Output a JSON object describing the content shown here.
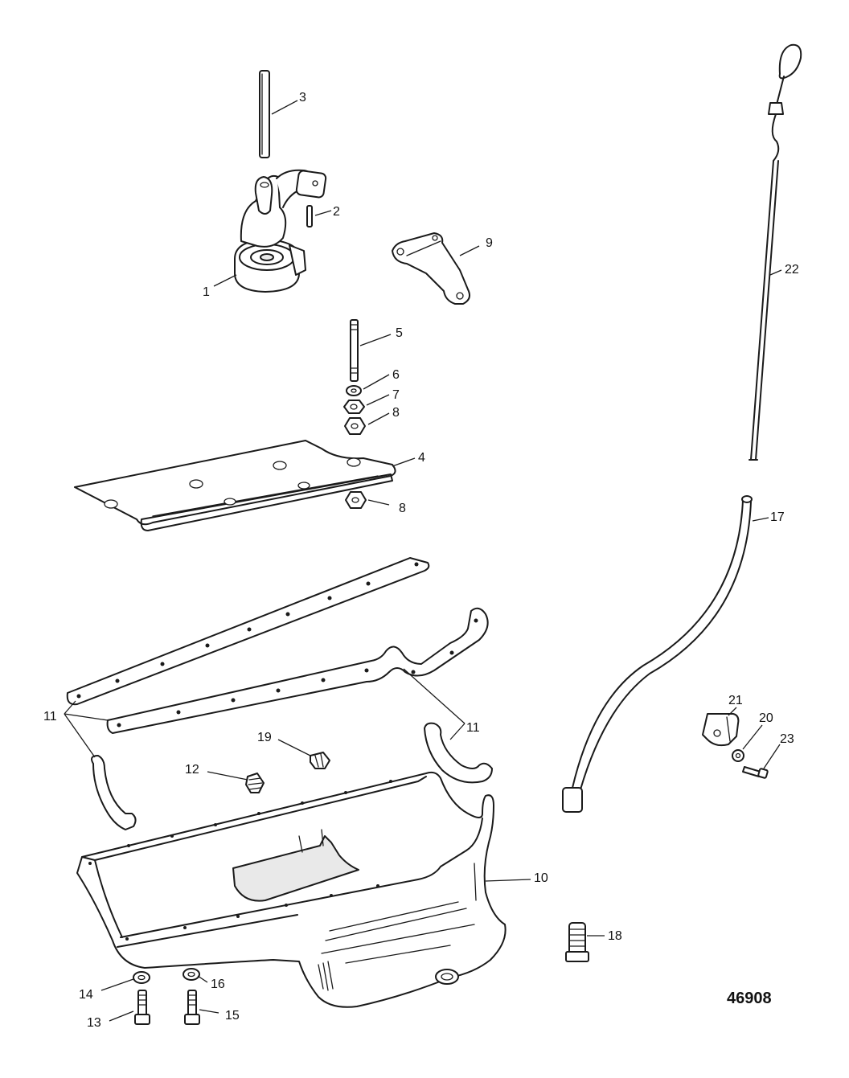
{
  "diagram": {
    "reference_number": "46908",
    "callouts": [
      "1",
      "2",
      "3",
      "4",
      "5",
      "6",
      "7",
      "8",
      "8",
      "9",
      "10",
      "11",
      "11",
      "12",
      "13",
      "14",
      "15",
      "16",
      "17",
      "18",
      "19",
      "20",
      "21",
      "22",
      "23"
    ]
  },
  "colors": {
    "ink": "#1a1a1a",
    "paper": "#ffffff",
    "shade": "#e9e9e9"
  }
}
